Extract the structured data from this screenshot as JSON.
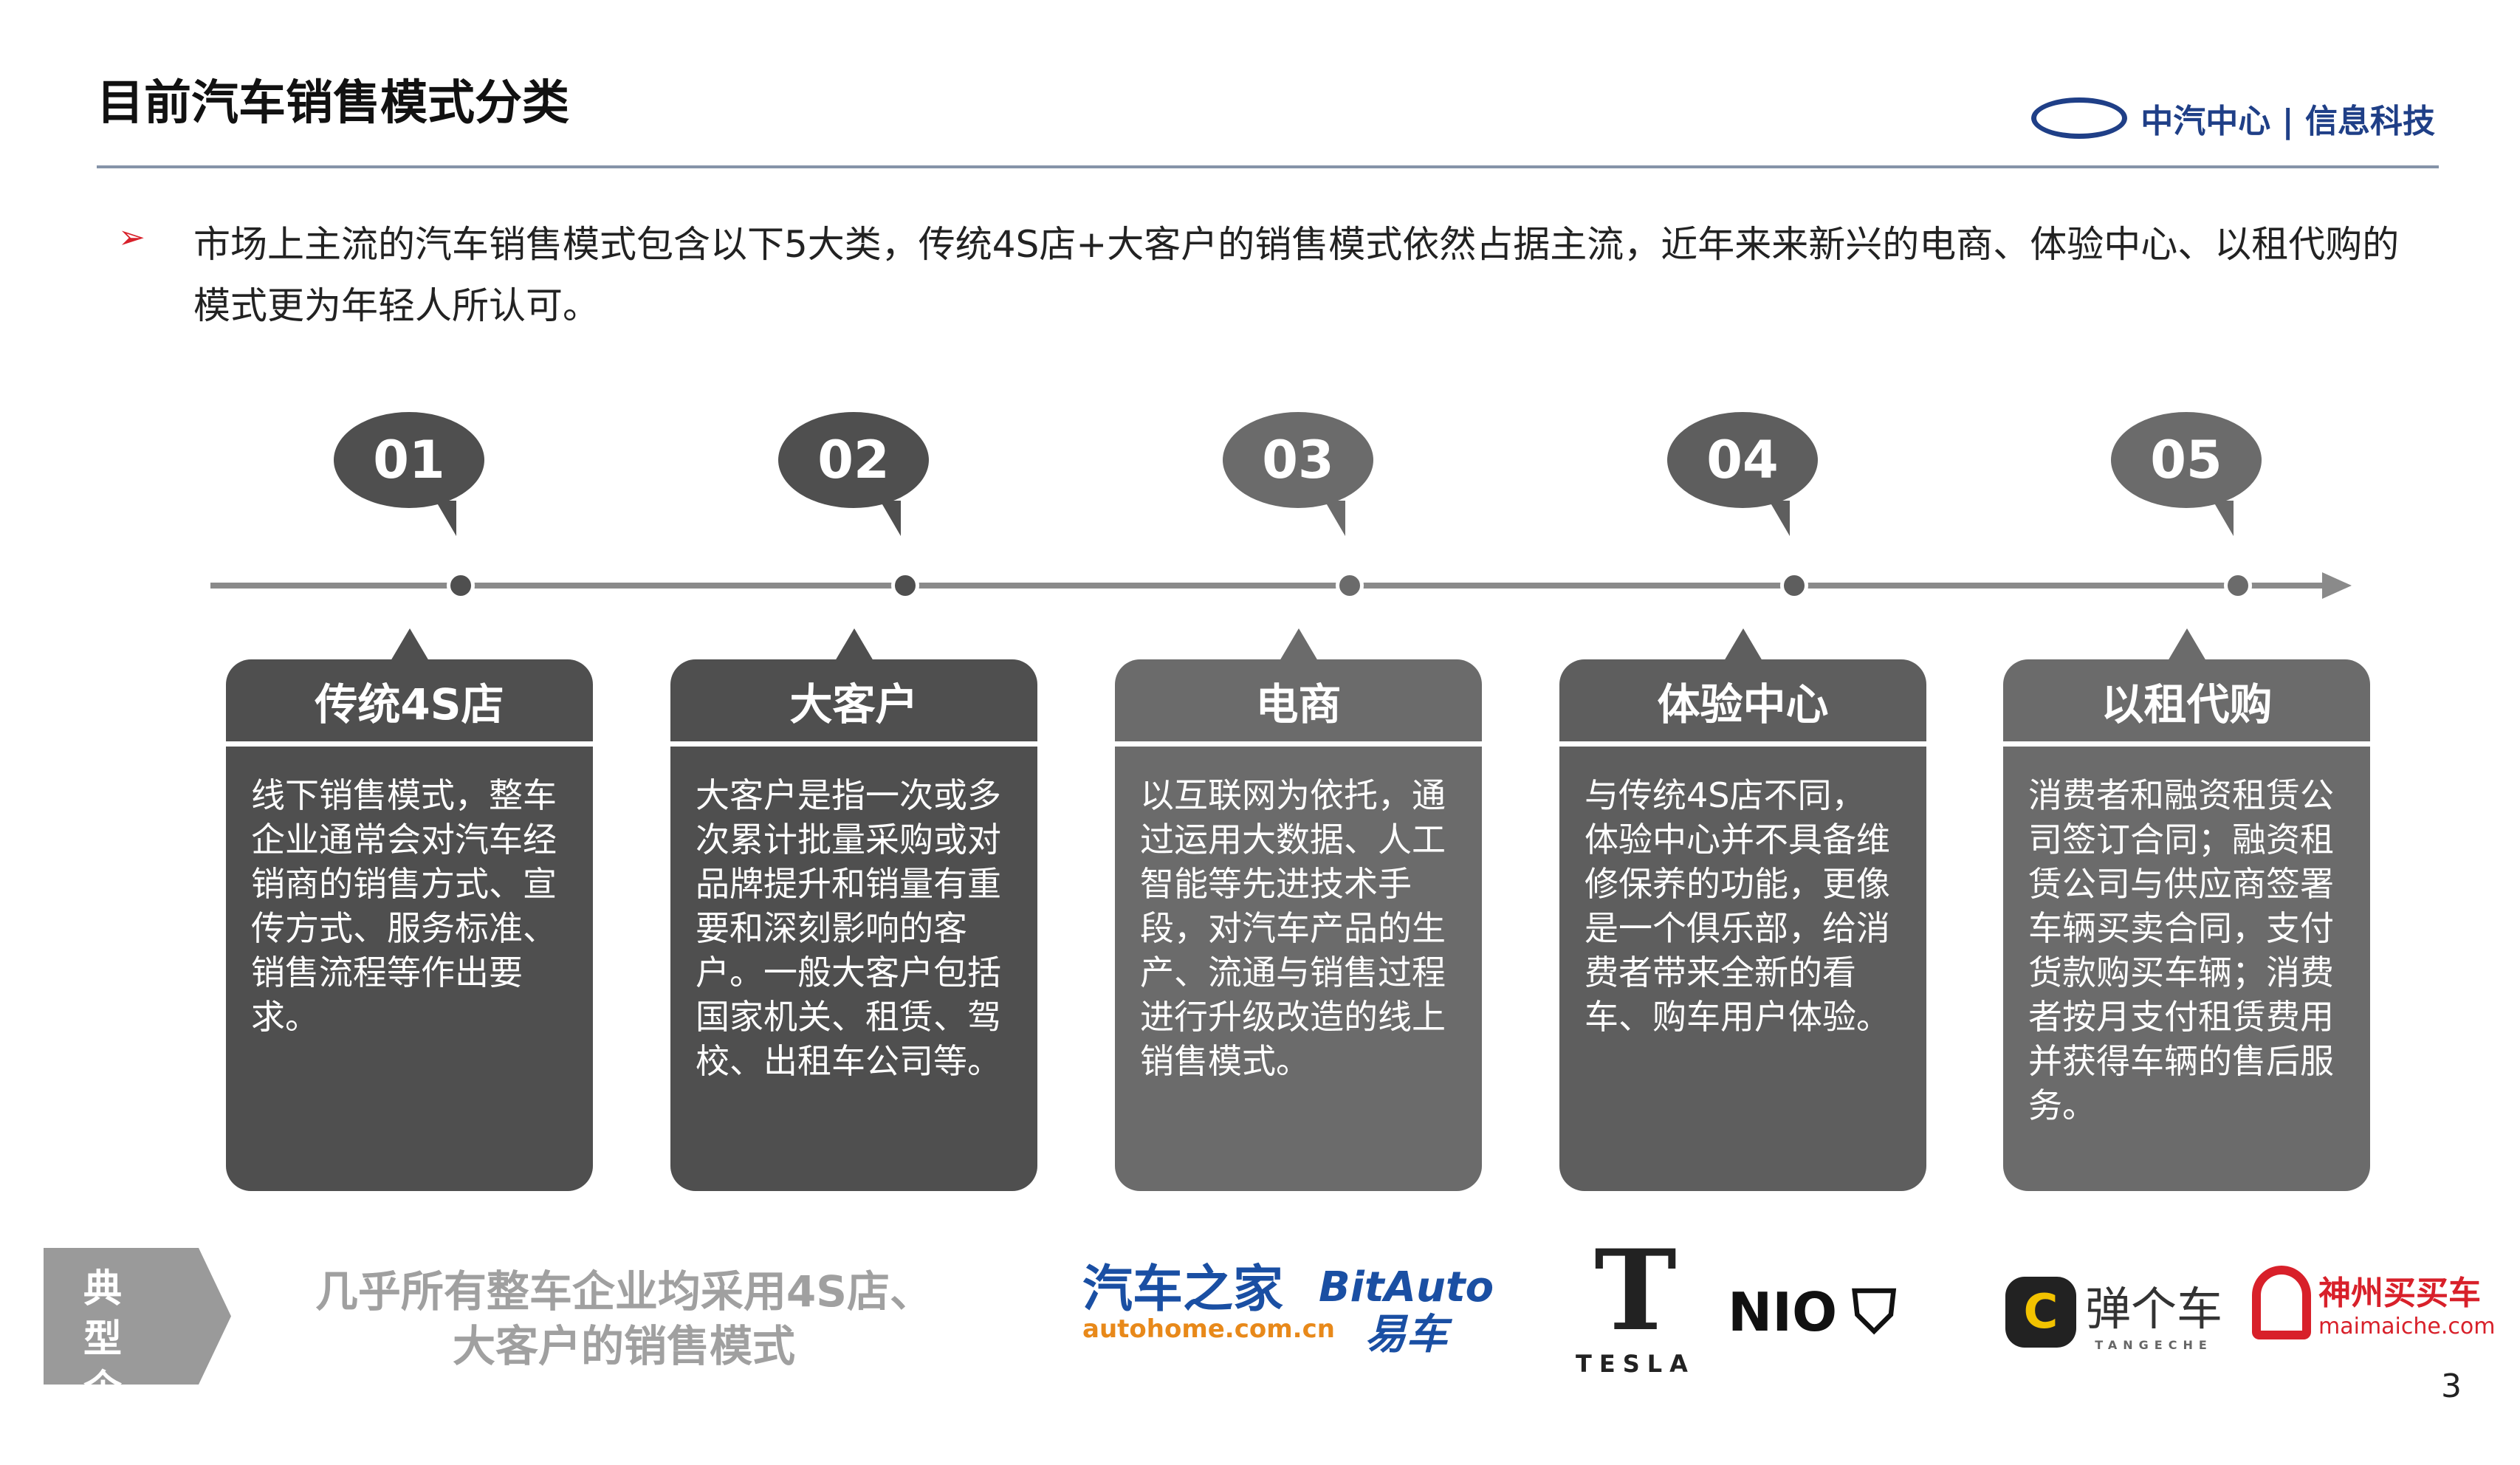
{
  "header": {
    "title": "目前汽车销售模式分类",
    "logo_mark": "CNTAIC",
    "logo_text": "中汽中心 | 信息科技"
  },
  "intro": {
    "bullet_icon": "red-arrow-bullet",
    "text": "市场上主流的汽车销售模式包含以下5大类，传统4S店+大客户的销售模式依然占据主流，近年来来新兴的电商、体验中心、以租代购的模式更为年轻人所认可。"
  },
  "steps": [
    {
      "num": "01",
      "title": "传统4S店",
      "body": "线下销售模式，整车企业通常会对汽车经销商的销售方式、宣传方式、服务标准、销售流程等作出要求。",
      "color": "#4f4f4f"
    },
    {
      "num": "02",
      "title": "大客户",
      "body": "大客户是指一次或多次累计批量采购或对品牌提升和销量有重要和深刻影响的客户。一般大客户包括国家机关、租赁、驾校、出租车公司等。",
      "color": "#4f4f4f"
    },
    {
      "num": "03",
      "title": "电商",
      "body": "以互联网为依托，通过运用大数据、人工智能等先进技术手段，对汽车产品的生产、流通与销售过程进行升级改造的线上销售模式。",
      "color": "#6b6b6b"
    },
    {
      "num": "04",
      "title": "体验中心",
      "body": "与传统4S店不同，体验中心并不具备维修保养的功能，更像是一个俱乐部，给消费者带来全新的看车、购车用户体验。",
      "color": "#5e5e5e"
    },
    {
      "num": "05",
      "title": "以租代购",
      "body": "消费者和融资租赁公司签订合同；融资租赁公司与供应商签署车辆买卖合同，支付货款购买车辆；消费者按月支付租赁费用并获得车辆的售后服务。",
      "color": "#6b6b6b"
    }
  ],
  "footer": {
    "tag": "典型企业",
    "note": "几乎所有整车企业均采用4S店、大客户的销售模式",
    "brands": {
      "autohome": "汽车之家",
      "autohome_url": "autohome.com.cn",
      "bitauto": "BitAuto",
      "bitauto_cn": "易车",
      "tesla": "TESLA",
      "nio": "NIO",
      "tangeche": "弹个车",
      "tangeche_en": "TANGECHE",
      "maimaiche": "神州买买车",
      "maimaiche_url": "maimaiche.com"
    },
    "page_number": "3"
  }
}
